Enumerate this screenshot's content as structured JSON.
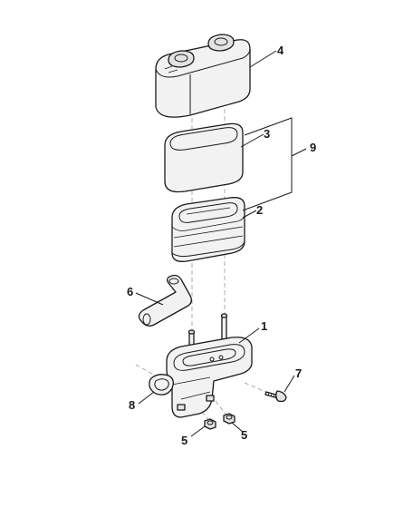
{
  "callouts": {
    "c1": "1",
    "c2": "2",
    "c3": "3",
    "c4": "4",
    "c5a": "5",
    "c5b": "5",
    "c6": "6",
    "c7": "7",
    "c8": "8",
    "c9": "9"
  },
  "colors": {
    "line": "#1a1a1a",
    "part_fill": "#f2f2f2",
    "assembly_line": "#9a9a9a"
  }
}
